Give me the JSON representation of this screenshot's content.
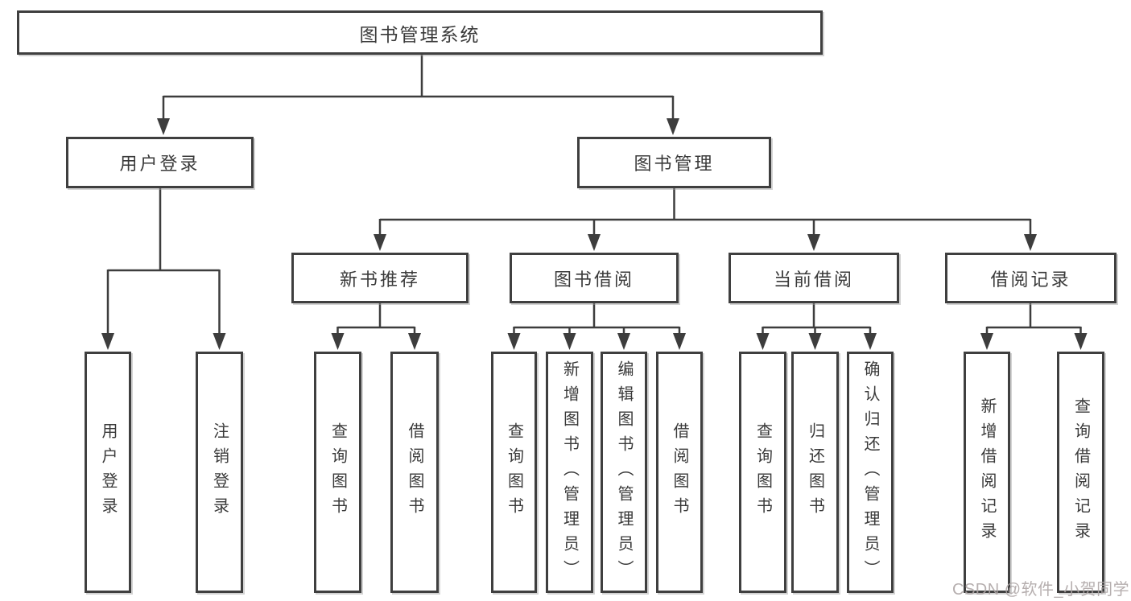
{
  "title": "图书管理系统",
  "nodes": {
    "root": "图书管理系统",
    "user_login_branch": "用户登录",
    "book_mgmt_branch": "图书管理",
    "new_book_rec": "新书推荐",
    "book_borrow": "图书借阅",
    "current_borrow": "当前借阅",
    "borrow_records": "借阅记录",
    "leaf_user_login": "用户登录",
    "leaf_logout": "注销登录",
    "leaf_nb_query": "查询图书",
    "leaf_nb_borrow": "借阅图书",
    "leaf_bb_query": "查询图书",
    "leaf_bb_add": "新增图书（管理员）",
    "leaf_bb_edit": "编辑图书（管理员）",
    "leaf_bb_borrow": "借阅图书",
    "leaf_cb_query": "查询图书",
    "leaf_cb_return": "归还图书",
    "leaf_cb_confirm": "确认归还（管理员）",
    "leaf_br_add": "新增借阅记录",
    "leaf_br_query": "查询借阅记录"
  },
  "watermark": "CSDN @软件_小贺同学",
  "colors": {
    "line": "#3d3d3d",
    "box_border": "#3f3f3f",
    "text": "#3a3a3a",
    "watermark": "#aea6a6",
    "background": "#ffffff"
  }
}
